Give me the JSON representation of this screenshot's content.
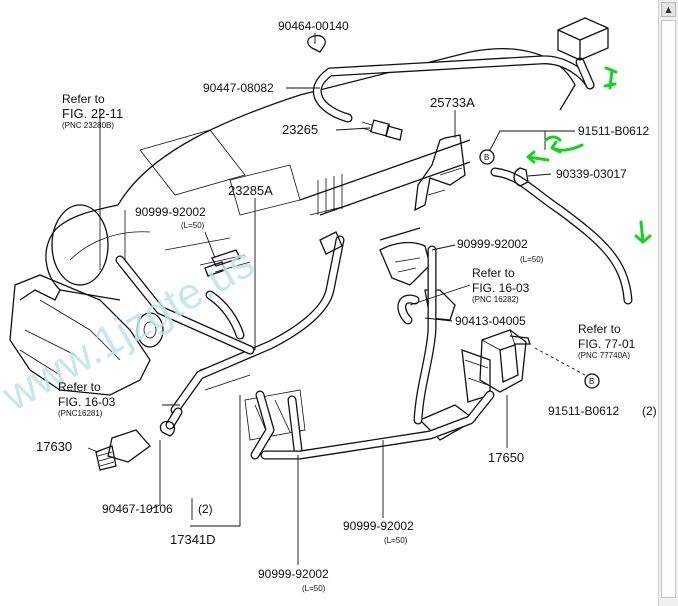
{
  "watermark": "www.1jzgte.us",
  "part_numbers": {
    "p1": "90464-00140",
    "p2": "90447-08082",
    "p3": "23265",
    "p4": "25733A",
    "p5": "91511-B0612",
    "p6": "90339-03017",
    "p7": "23285A",
    "p8": "90999-92002",
    "p9": "90999-92002",
    "p10": "90413-04005",
    "p11": "17630",
    "p12": "90467-10106",
    "p13": "17341D",
    "p14": "17650",
    "p15": "91511-B0612",
    "p16": "90999-92002",
    "p17": "90999-92002"
  },
  "quantities": {
    "q12": "(2)",
    "q15": "(2)"
  },
  "lengths": {
    "l8": "(L=50)",
    "l9": "(L=50)",
    "l16": "(L=50)",
    "l17": "(L=50)"
  },
  "references": {
    "r1": {
      "line1": "Refer to",
      "line2": "FIG. 22-11",
      "pnc": "(PNC 23280B)"
    },
    "r2": {
      "line1": "Refer to",
      "line2": "FIG. 16-03",
      "pnc": "(PNC 16282)"
    },
    "r3": {
      "line1": "Refer to",
      "line2": "FIG. 77-01",
      "pnc": "(PNC 77740A)"
    },
    "r4": {
      "line1": "Refer to",
      "line2": "FIG. 16-03",
      "pnc": "(PNC16281)"
    }
  },
  "bolt_marker": "B",
  "annotation_color": "#14d21e",
  "scrollbar": {
    "arrow": "▲"
  }
}
